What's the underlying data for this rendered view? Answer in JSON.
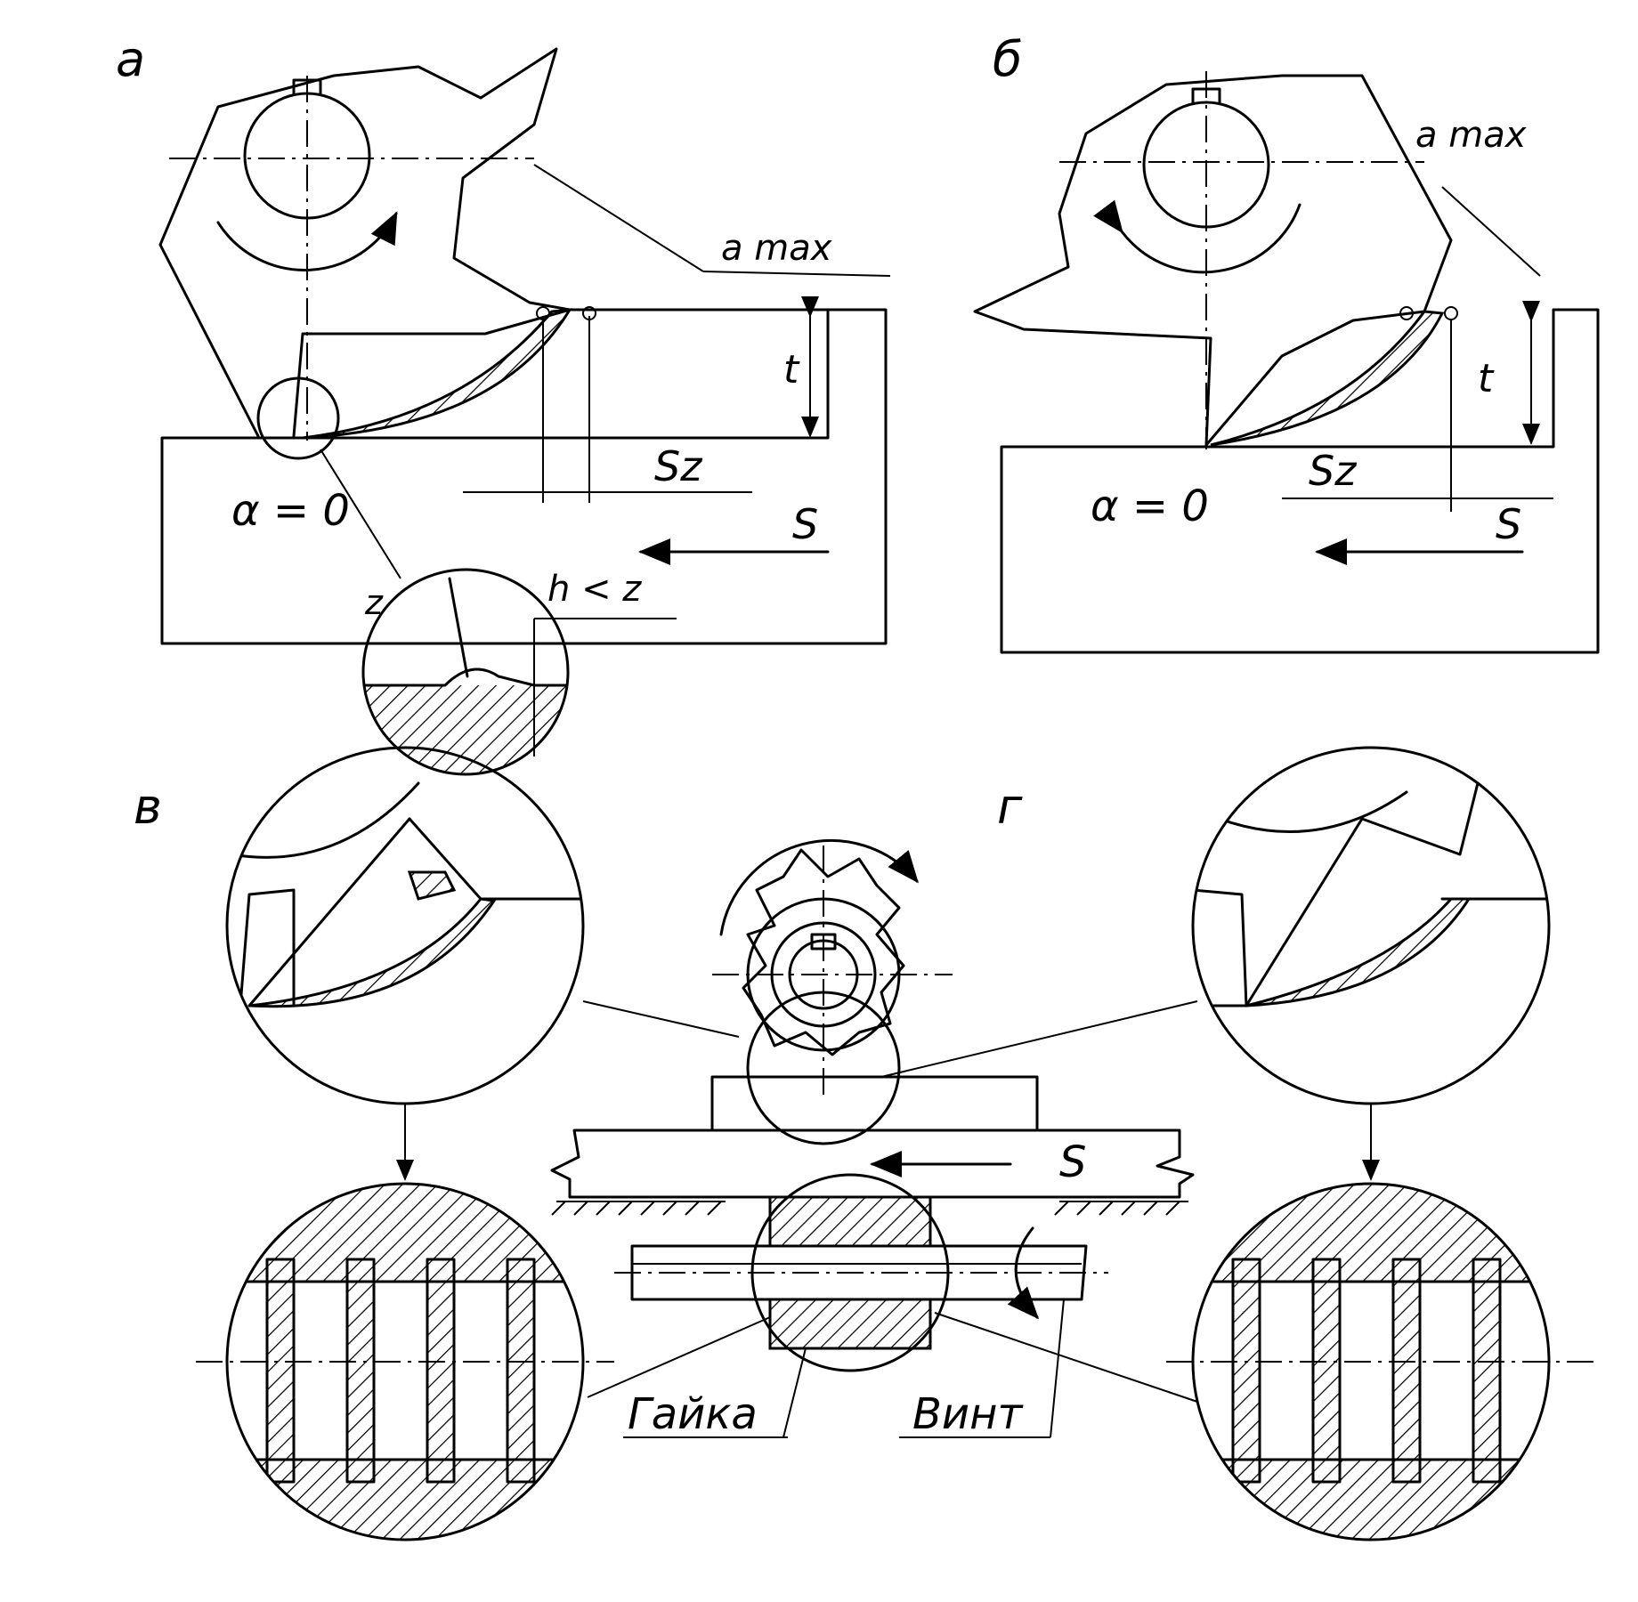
{
  "panels": {
    "a": {
      "letter": "а",
      "a_max": "a max",
      "t_label": "t",
      "sz_label": "Sz",
      "s_label": "S",
      "alpha_label": "α = 0",
      "detail_z": "z",
      "detail_h": "h < z"
    },
    "b": {
      "letter": "б",
      "a_max": "a max",
      "t_label": "t",
      "sz_label": "Sz",
      "s_label": "S",
      "alpha_label": "α = 0"
    },
    "v": {
      "letter": "в"
    },
    "g": {
      "letter": "г",
      "s_label": "S",
      "nut_label": "Гайка",
      "screw_label": "Винт"
    }
  },
  "colors": {
    "ink": "#000000",
    "paper": "#ffffff"
  }
}
